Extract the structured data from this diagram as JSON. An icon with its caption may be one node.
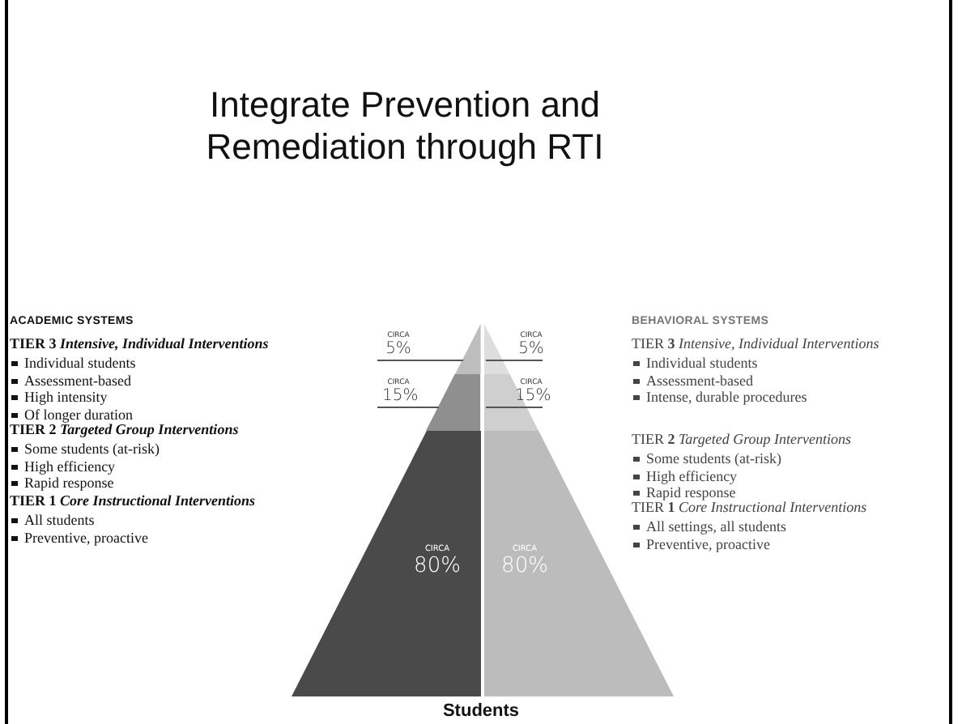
{
  "diagram": {
    "title": "Integrate Prevention and Remediation through RTI",
    "nodes": [
      {
        "text": [],
        "shape": "triangle",
        "beside": [
          "CIRCA",
          "5%"
        ]
      },
      {
        "text": [],
        "shape": "triangle",
        "beside": [
          "CIRCA",
          "5%"
        ]
      },
      {
        "text": [],
        "shape": "band",
        "beside": [
          "CIRCA",
          "15%"
        ]
      },
      {
        "text": [],
        "shape": "band",
        "beside": [
          "CIRCA",
          "15%"
        ]
      },
      {
        "text": [
          "CIRCA",
          "80%"
        ]
      },
      {
        "text": [
          "CIRCA",
          "80%"
        ]
      }
    ],
    "labels": [
      "ACADEMIC SYSTEMS",
      "BEHAVIORAL SYSTEMS",
      "TIER **3** *Intensive, Individual Interventions*",
      "Individual students",
      "Assessment-based",
      "High intensity",
      "Of longer duration",
      "TIER **3** *Intensive, Individual Interventions*",
      "Individual students",
      "Assessment-based",
      "Intense, durable procedures",
      "TIER **2** *Targeted Group Interventions*",
      "Some students (at-risk)",
      "High efficiency",
      "Rapid response",
      "TIER **2** *Targeted Group Interventions*",
      "Some students (at-risk)",
      "High efficiency",
      "Rapid response",
      "TIER **1** *Core Instructional Interventions*",
      "All students",
      "Preventive,  proactive",
      "TIER **1** *Core Instructional Interventions*",
      "All settings, all students",
      "Preventive,  proactive",
      "Students"
    ]
  }
}
